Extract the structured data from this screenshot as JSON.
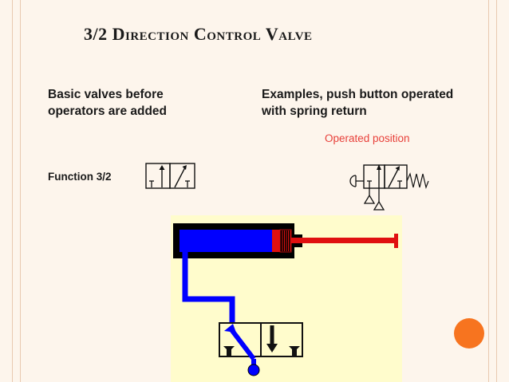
{
  "slide": {
    "title": "3/2 Direction Control Valve",
    "left_text": [
      "Basic valves before",
      "operators are added"
    ],
    "right_text": [
      "Examples, push button operated",
      "with spring return"
    ],
    "operated_label": "Operated position",
    "function_label": "Function 3/2"
  },
  "colors": {
    "background": "#fdf5ec",
    "accent_circle": "#f7741f",
    "panel": "#fffccc",
    "cylinder_fluid": "#0000ff",
    "piston_rod": "#e01010",
    "operated_label": "#e8403a"
  },
  "icons": {
    "basic_valve": "valve-3-2-symbol-icon",
    "push_button_valve": "push-button-spring-return-valve-icon",
    "cylinder": "single-acting-cylinder-icon",
    "animated_valve": "valve-3-2-animation-icon"
  }
}
